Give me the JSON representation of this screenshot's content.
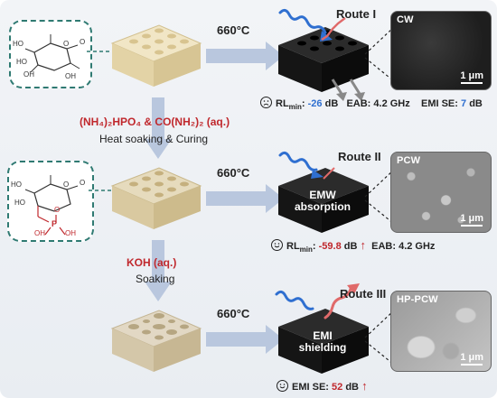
{
  "temperatures": [
    "660°C",
    "660°C",
    "660°C"
  ],
  "routes": [
    "Route I",
    "Route II",
    "Route III"
  ],
  "reagents": {
    "step1_formula": "(NH₄)₂HPO₄ & CO(NH₂)₂ (aq.)",
    "step1_action": "Heat soaking & Curing",
    "step2_formula": "KOH (aq.)",
    "step2_action": "Soaking"
  },
  "molecule_atoms": {
    "ho": "HO",
    "o": "O",
    "oh": "OH",
    "p": "P"
  },
  "block_labels": {
    "route2": [
      "EMW",
      "absorption"
    ],
    "route3": [
      "EMI",
      "shielding"
    ]
  },
  "sem_images": [
    {
      "label": "CW",
      "scale": "1 μm"
    },
    {
      "label": "PCW",
      "scale": "1 μm"
    },
    {
      "label": "HP-PCW",
      "scale": "1 μm"
    }
  ],
  "metrics": {
    "route1": {
      "rl_label": "RL",
      "rl_sub": "min",
      "rl_value": "-26",
      "rl_unit": "dB",
      "eab": "EAB: 4.2 GHz",
      "emi_label": "EMI SE:",
      "emi_value": "7",
      "emi_unit": "dB"
    },
    "route2": {
      "rl_label": "RL",
      "rl_sub": "min",
      "rl_value": "-59.8",
      "rl_unit": "dB",
      "eab": "EAB: 4.2 GHz"
    },
    "route3": {
      "emi_label": "EMI SE:",
      "emi_value": "52",
      "emi_unit": "dB"
    }
  },
  "colors": {
    "dashed_box": "#2f7a72",
    "red_text": "#c0282d",
    "blue_text": "#2f6fd0",
    "wood_top": "#efe3c2",
    "carbon": "#141414"
  }
}
